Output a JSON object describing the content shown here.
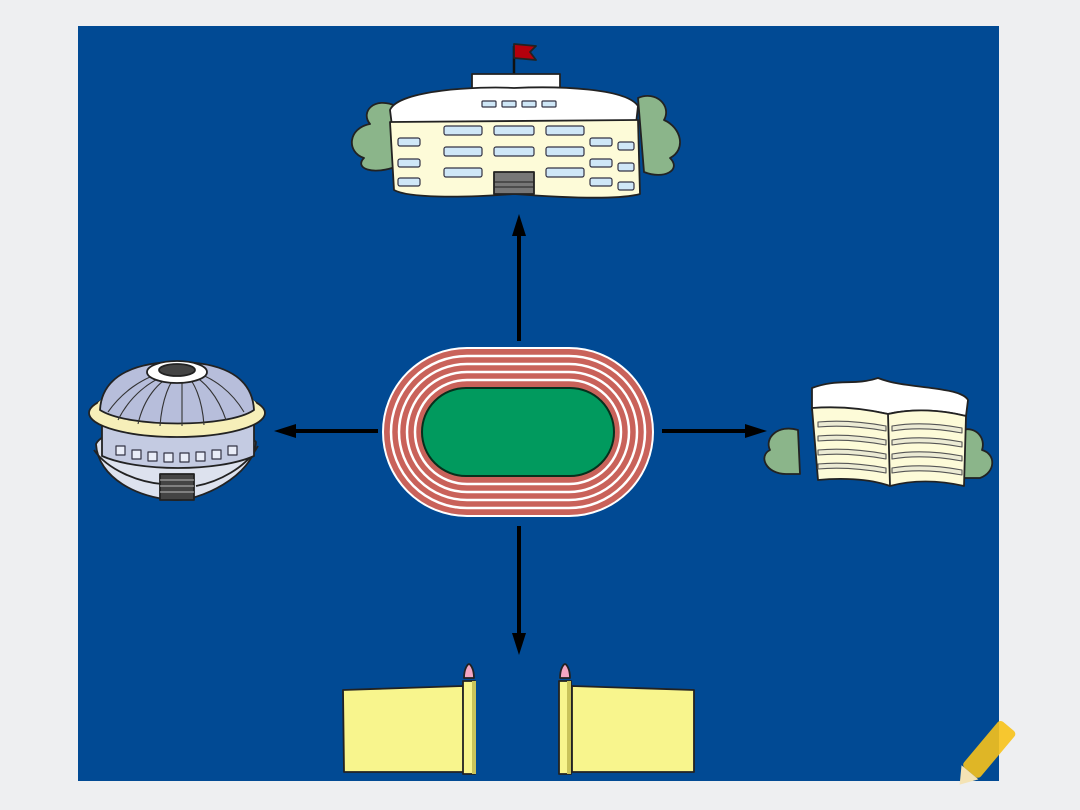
{
  "slide": {
    "background_color": "#014a94",
    "page_background_color": "#eeeff1",
    "arrow_color": "#000000"
  },
  "center": {
    "icon": "running-track-icon",
    "track_color": "#c9625a",
    "field_color": "#019a5e",
    "lane_line_color": "#ffffff"
  },
  "landmarks": [
    {
      "direction": "north",
      "icon": "teaching-building-icon",
      "flag_color": "#b4000c"
    },
    {
      "direction": "east",
      "icon": "dormitory-building-icon"
    },
    {
      "direction": "south",
      "icon": "school-gate-icon",
      "gate_color": "#f8f58d"
    },
    {
      "direction": "west",
      "icon": "gymnasium-icon"
    }
  ],
  "decoration": {
    "icon": "pencil-icon",
    "color": "#f7c21a"
  }
}
